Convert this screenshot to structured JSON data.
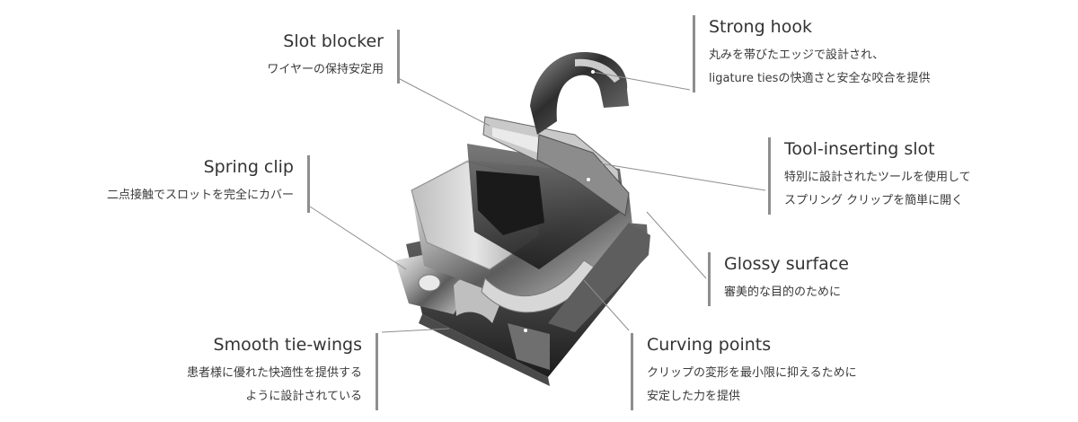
{
  "callouts": {
    "slot_blocker": {
      "title": "Slot blocker",
      "lines": [
        "ワイヤーの保持安定用"
      ]
    },
    "spring_clip": {
      "title": "Spring clip",
      "lines": [
        "二点接触でスロットを完全にカバー"
      ]
    },
    "smooth_tie_wings": {
      "title": "Smooth tie-wings",
      "lines": [
        "患者様に優れた快適性を提供する",
        "ように設計されている"
      ]
    },
    "strong_hook": {
      "title": "Strong hook",
      "lines": [
        "丸みを帯びたエッジで設計され、",
        "ligature tiesの快適さと安全な咬合を提供"
      ]
    },
    "tool_inserting_slot": {
      "title": "Tool-inserting slot",
      "lines": [
        "特別に設計されたツールを使用して",
        "スプリング クリップを簡単に開く"
      ]
    },
    "glossy_surface": {
      "title": "Glossy surface",
      "lines": [
        "審美的な目的のために"
      ]
    },
    "curving_points": {
      "title": "Curving points",
      "lines": [
        "クリップの変形を最小限に抑えるために",
        "安定した力を提供"
      ]
    }
  },
  "colors": {
    "leader": "#8e8e8e",
    "metal_dark": "#3a3a3a",
    "metal_mid": "#8a8a8a",
    "metal_light": "#d8d8d8"
  }
}
